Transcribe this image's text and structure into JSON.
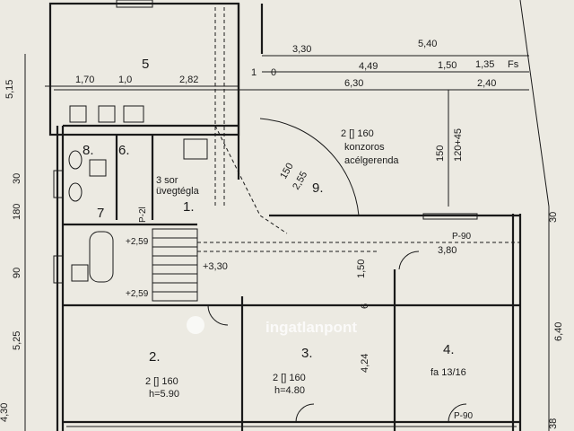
{
  "plan": {
    "rooms": [
      {
        "id": "r5",
        "label": "5"
      },
      {
        "id": "r8",
        "label": "8."
      },
      {
        "id": "r6",
        "label": "6."
      },
      {
        "id": "r7",
        "label": "7"
      },
      {
        "id": "r1",
        "label": "1."
      },
      {
        "id": "r9",
        "label": "9."
      },
      {
        "id": "r2",
        "label": "2."
      },
      {
        "id": "r3",
        "label": "3."
      },
      {
        "id": "r4",
        "label": "4."
      }
    ],
    "dimensions_top": [
      "3,30",
      "5,40",
      "4,49",
      "1,50",
      "1,35",
      "6,30",
      "2,40",
      "1,70",
      "1,0",
      "2,82",
      "1",
      "0"
    ],
    "dimensions_side": [
      "5,15",
      "5,25",
      "4,30",
      "90",
      "180",
      "30",
      "6,40",
      "30",
      "38",
      "150",
      "120+45",
      "1,50",
      "4,24",
      "6",
      "3,80",
      "150",
      "2,55"
    ],
    "notes": {
      "beam": "2 [] 160",
      "beam_desc1": "konzoros",
      "beam_desc2": "acélgerenda",
      "glass1": "3 sor",
      "glass2": "üvegtégla",
      "level": "+3,30",
      "level2": "+2,59",
      "level3": "+2,59",
      "steps": "P-2l",
      "p90a": "P-90",
      "p90b": "P-90",
      "beam2": "2 [] 160",
      "h2": "h=5.90",
      "beam3": "2 [] 160",
      "h3": "h=4.80",
      "fa": "fa 13/16",
      "fs": "Fs"
    },
    "watermark": "ingatlanpont"
  }
}
